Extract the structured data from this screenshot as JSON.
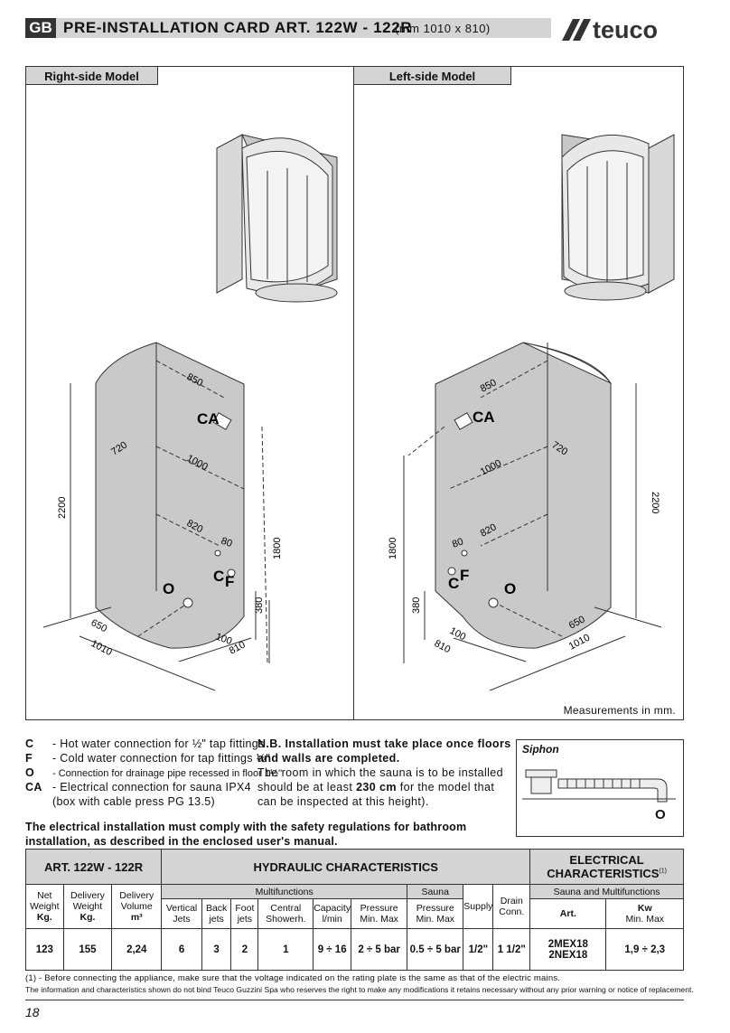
{
  "header": {
    "lang_badge": "GB",
    "title": "PRE-INSTALLATION CARD ART. 122W - 122R",
    "dimensions": "(mm 1010 x 810)",
    "brand": "teuco"
  },
  "panels": {
    "right_title": "Right-side Model",
    "left_title": "Left-side Model",
    "measurements_note": "Measurements in mm.",
    "right_labels": {
      "d850": "850",
      "d720": "720",
      "d1000": "1000",
      "d2200": "2200",
      "d820": "820",
      "d80": "80",
      "d1800": "1800",
      "d380": "380",
      "d650": "650",
      "d1010": "1010",
      "d100": "100",
      "d810": "810",
      "ca": "CA",
      "c": "C",
      "f": "F",
      "o": "O"
    },
    "left_labels": {
      "d850": "850",
      "d720": "720",
      "d1000": "1000",
      "d2200": "2200",
      "d820": "820",
      "d80": "80",
      "d1800": "1800",
      "d380": "380",
      "d650": "650",
      "d1010": "1010",
      "d100": "100",
      "d810": "810",
      "ca": "CA",
      "c": "C",
      "f": "F",
      "o": "O"
    }
  },
  "legend": {
    "c_key": "C",
    "c_text": "- Hot water connection for ½\" tap fittings",
    "f_key": "F",
    "f_text": "- Cold water connection for tap fittings ½\"",
    "o_key": "O",
    "o_text": "- Connection for drainage pipe recessed in floor 1½\"",
    "ca_key": "CA",
    "ca_text": "- Electrical connection for sauna IPX4",
    "ca_text2": "(box with cable press PG 13.5)"
  },
  "nb": {
    "bold": "N.B. Installation must take place once floors and walls are completed.",
    "text_a": "The room in which the sauna is to be installed should be at least ",
    "text_b": "230 cm",
    "text_c": " for the model that can be inspected at this height)."
  },
  "siphon": {
    "label": "Siphon",
    "o_label": "O"
  },
  "warning": "The electrical installation must comply with the safety regulations for bathroom installation, as described in the enclosed user's manual.",
  "table": {
    "art_header": "ART. 122W - 122R",
    "hydraulic_header": "HYDRAULIC CHARACTERISTICS",
    "electrical_header": "ELECTRICAL CHARACTERISTICS",
    "electrical_note": "(1)",
    "multifunctions": "Multifunctions",
    "sauna": "Sauna",
    "supply": "Supply",
    "drain": "Drain Conn.",
    "sauna_multi": "Sauna and Multifunctions",
    "h_net": "Net Weight",
    "h_net_u": "Kg.",
    "h_delivery_w": "Delivery Weight",
    "h_delivery_w_u": "Kg.",
    "h_delivery_v": "Delivery Volume",
    "h_delivery_v_u": "m³",
    "h_vjets": "Vertical Jets",
    "h_bjets": "Back jets",
    "h_fjets": "Foot jets",
    "h_central": "Central Showerh.",
    "h_capacity": "Capacity",
    "h_capacity_u": "l/min",
    "h_pressure1": "Pressure Min. Max",
    "h_pressure2": "Pressure Min. Max",
    "h_art": "Art.",
    "h_kw": "Kw",
    "h_kw_u": "Min. Max",
    "v_net": "123",
    "v_delivery_w": "155",
    "v_delivery_v": "2,24",
    "v_vjets": "6",
    "v_bjets": "3",
    "v_fjets": "2",
    "v_central": "1",
    "v_capacity": "9 ÷ 16",
    "v_pressure1": "2 ÷ 5 bar",
    "v_pressure2": "0.5 ÷ 5 bar",
    "v_supply": "1/2\"",
    "v_drain": "1 1/2\"",
    "v_art1": "2MEX18",
    "v_art2": "2NEX18",
    "v_kw": "1,9 ÷ 2,3"
  },
  "footnote1": "(1) - Before connecting the appliance, make sure that the voltage indicated on the rating plate is the same as that of the electric mains.",
  "footnote2": "The information and characteristics shown do not bind Teuco Guzzini Spa who reserves the right to make any modifications it retains necessary without any prior warning or notice of replacement.",
  "page_number": "18"
}
